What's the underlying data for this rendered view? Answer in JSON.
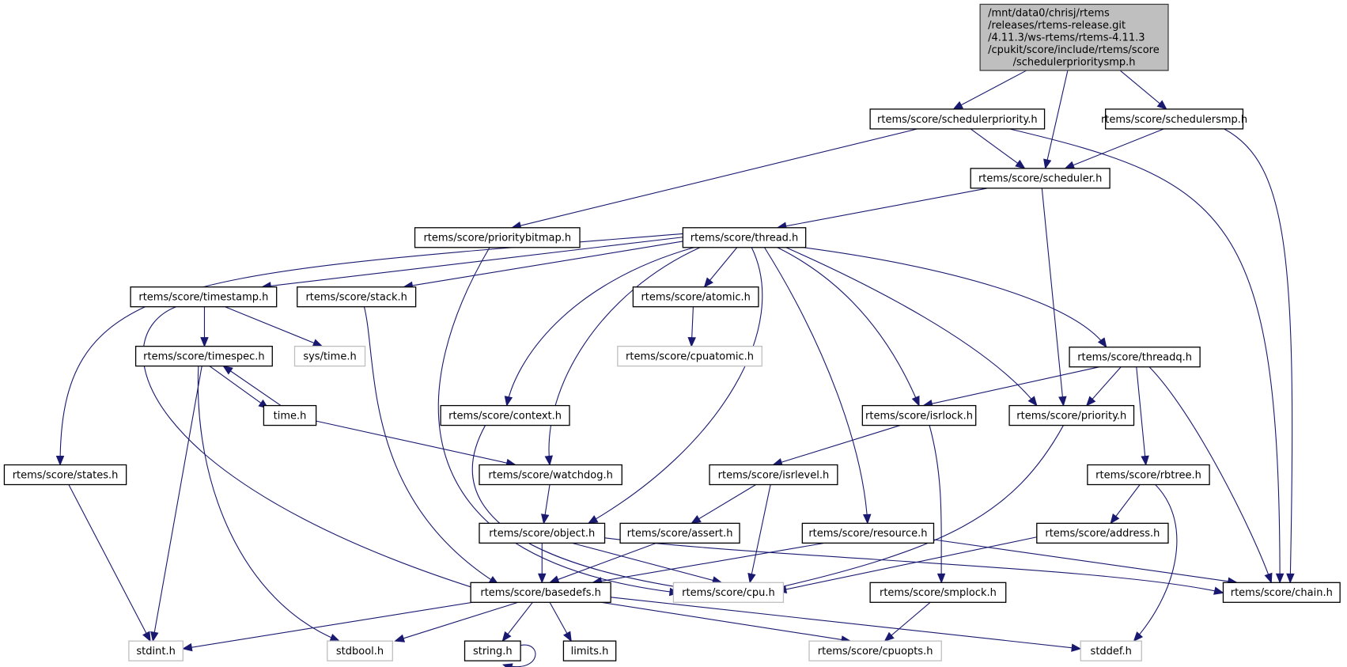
{
  "graph": {
    "title": "Include dependency graph for schedulerprioritysmp.h",
    "colors": {
      "edge": "#191970",
      "root_fill": "#bfbfbf",
      "external_border": "#bfbfbf",
      "node_border": "#000000"
    },
    "nodes": [
      {
        "id": "root",
        "lines": [
          "/mnt/data0/chrisj/rtems",
          "/releases/rtems-release.git",
          "/4.11.3/ws-rtems/rtems-4.11.3",
          "/cpukit/score/include/rtems/score",
          "/schedulerprioritysmp.h"
        ],
        "kind": "root"
      },
      {
        "id": "schedulerpriority",
        "lines": [
          "rtems/score/schedulerpriority.h"
        ],
        "kind": "normal"
      },
      {
        "id": "schedulersmp",
        "lines": [
          "rtems/score/schedulersmp.h"
        ],
        "kind": "normal"
      },
      {
        "id": "scheduler",
        "lines": [
          "rtems/score/scheduler.h"
        ],
        "kind": "normal"
      },
      {
        "id": "prioritybitmap",
        "lines": [
          "rtems/score/prioritybitmap.h"
        ],
        "kind": "normal"
      },
      {
        "id": "thread",
        "lines": [
          "rtems/score/thread.h"
        ],
        "kind": "normal"
      },
      {
        "id": "timestamp",
        "lines": [
          "rtems/score/timestamp.h"
        ],
        "kind": "normal"
      },
      {
        "id": "stack",
        "lines": [
          "rtems/score/stack.h"
        ],
        "kind": "normal"
      },
      {
        "id": "atomic",
        "lines": [
          "rtems/score/atomic.h"
        ],
        "kind": "normal"
      },
      {
        "id": "states",
        "lines": [
          "rtems/score/states.h"
        ],
        "kind": "normal"
      },
      {
        "id": "timespec",
        "lines": [
          "rtems/score/timespec.h"
        ],
        "kind": "normal"
      },
      {
        "id": "systime",
        "lines": [
          "sys/time.h"
        ],
        "kind": "external"
      },
      {
        "id": "cpuatomic",
        "lines": [
          "rtems/score/cpuatomic.h"
        ],
        "kind": "external"
      },
      {
        "id": "threadq",
        "lines": [
          "rtems/score/threadq.h"
        ],
        "kind": "normal"
      },
      {
        "id": "context",
        "lines": [
          "rtems/score/context.h"
        ],
        "kind": "normal"
      },
      {
        "id": "time",
        "lines": [
          "time.h"
        ],
        "kind": "normal"
      },
      {
        "id": "isrlock",
        "lines": [
          "rtems/score/isrlock.h"
        ],
        "kind": "normal"
      },
      {
        "id": "priority",
        "lines": [
          "rtems/score/priority.h"
        ],
        "kind": "normal"
      },
      {
        "id": "watchdog",
        "lines": [
          "rtems/score/watchdog.h"
        ],
        "kind": "normal"
      },
      {
        "id": "isrlevel",
        "lines": [
          "rtems/score/isrlevel.h"
        ],
        "kind": "normal"
      },
      {
        "id": "rbtree",
        "lines": [
          "rtems/score/rbtree.h"
        ],
        "kind": "normal"
      },
      {
        "id": "object",
        "lines": [
          "rtems/score/object.h"
        ],
        "kind": "normal"
      },
      {
        "id": "assert",
        "lines": [
          "rtems/score/assert.h"
        ],
        "kind": "normal"
      },
      {
        "id": "resource",
        "lines": [
          "rtems/score/resource.h"
        ],
        "kind": "normal"
      },
      {
        "id": "address",
        "lines": [
          "rtems/score/address.h"
        ],
        "kind": "normal"
      },
      {
        "id": "basedefs",
        "lines": [
          "rtems/score/basedefs.h"
        ],
        "kind": "normal"
      },
      {
        "id": "cpu",
        "lines": [
          "rtems/score/cpu.h"
        ],
        "kind": "external"
      },
      {
        "id": "smplock",
        "lines": [
          "rtems/score/smplock.h"
        ],
        "kind": "normal"
      },
      {
        "id": "chain",
        "lines": [
          "rtems/score/chain.h"
        ],
        "kind": "normal"
      },
      {
        "id": "stdint",
        "lines": [
          "stdint.h"
        ],
        "kind": "external"
      },
      {
        "id": "stdbool",
        "lines": [
          "stdbool.h"
        ],
        "kind": "external"
      },
      {
        "id": "string",
        "lines": [
          "string.h"
        ],
        "kind": "normal"
      },
      {
        "id": "limits",
        "lines": [
          "limits.h"
        ],
        "kind": "normal"
      },
      {
        "id": "cpuopts",
        "lines": [
          "rtems/score/cpuopts.h"
        ],
        "kind": "external"
      },
      {
        "id": "stddef",
        "lines": [
          "stddef.h"
        ],
        "kind": "external"
      }
    ],
    "edges": [
      [
        "root",
        "schedulerpriority"
      ],
      [
        "root",
        "scheduler"
      ],
      [
        "root",
        "schedulersmp"
      ],
      [
        "schedulerpriority",
        "prioritybitmap"
      ],
      [
        "schedulerpriority",
        "scheduler"
      ],
      [
        "schedulerpriority",
        "chain"
      ],
      [
        "schedulersmp",
        "scheduler"
      ],
      [
        "schedulersmp",
        "chain"
      ],
      [
        "scheduler",
        "thread"
      ],
      [
        "scheduler",
        "priority"
      ],
      [
        "prioritybitmap",
        "cpu"
      ],
      [
        "thread",
        "states"
      ],
      [
        "thread",
        "timestamp"
      ],
      [
        "thread",
        "stack"
      ],
      [
        "thread",
        "context"
      ],
      [
        "thread",
        "watchdog"
      ],
      [
        "thread",
        "atomic"
      ],
      [
        "thread",
        "object"
      ],
      [
        "thread",
        "resource"
      ],
      [
        "thread",
        "isrlock"
      ],
      [
        "thread",
        "priority"
      ],
      [
        "thread",
        "threadq"
      ],
      [
        "timestamp",
        "timespec"
      ],
      [
        "timestamp",
        "systime"
      ],
      [
        "timestamp",
        "basedefs"
      ],
      [
        "stack",
        "basedefs"
      ],
      [
        "atomic",
        "cpuatomic"
      ],
      [
        "states",
        "stdint"
      ],
      [
        "timespec",
        "time"
      ],
      [
        "timespec",
        "stdint"
      ],
      [
        "timespec",
        "stdbool"
      ],
      [
        "time",
        "timespec"
      ],
      [
        "time",
        "watchdog"
      ],
      [
        "context",
        "cpu"
      ],
      [
        "threadq",
        "isrlock"
      ],
      [
        "threadq",
        "priority"
      ],
      [
        "threadq",
        "rbtree"
      ],
      [
        "threadq",
        "chain"
      ],
      [
        "isrlock",
        "isrlevel"
      ],
      [
        "isrlock",
        "smplock"
      ],
      [
        "priority",
        "cpu"
      ],
      [
        "watchdog",
        "object"
      ],
      [
        "isrlevel",
        "assert"
      ],
      [
        "isrlevel",
        "cpu"
      ],
      [
        "rbtree",
        "address"
      ],
      [
        "rbtree",
        "stddef"
      ],
      [
        "object",
        "basedefs"
      ],
      [
        "object",
        "cpu"
      ],
      [
        "object",
        "chain"
      ],
      [
        "assert",
        "basedefs"
      ],
      [
        "resource",
        "basedefs"
      ],
      [
        "resource",
        "chain"
      ],
      [
        "address",
        "cpu"
      ],
      [
        "basedefs",
        "stdint"
      ],
      [
        "basedefs",
        "stdbool"
      ],
      [
        "basedefs",
        "string"
      ],
      [
        "basedefs",
        "limits"
      ],
      [
        "basedefs",
        "cpuopts"
      ],
      [
        "basedefs",
        "stddef"
      ],
      [
        "smplock",
        "cpuopts"
      ],
      [
        "string",
        "string"
      ]
    ]
  }
}
